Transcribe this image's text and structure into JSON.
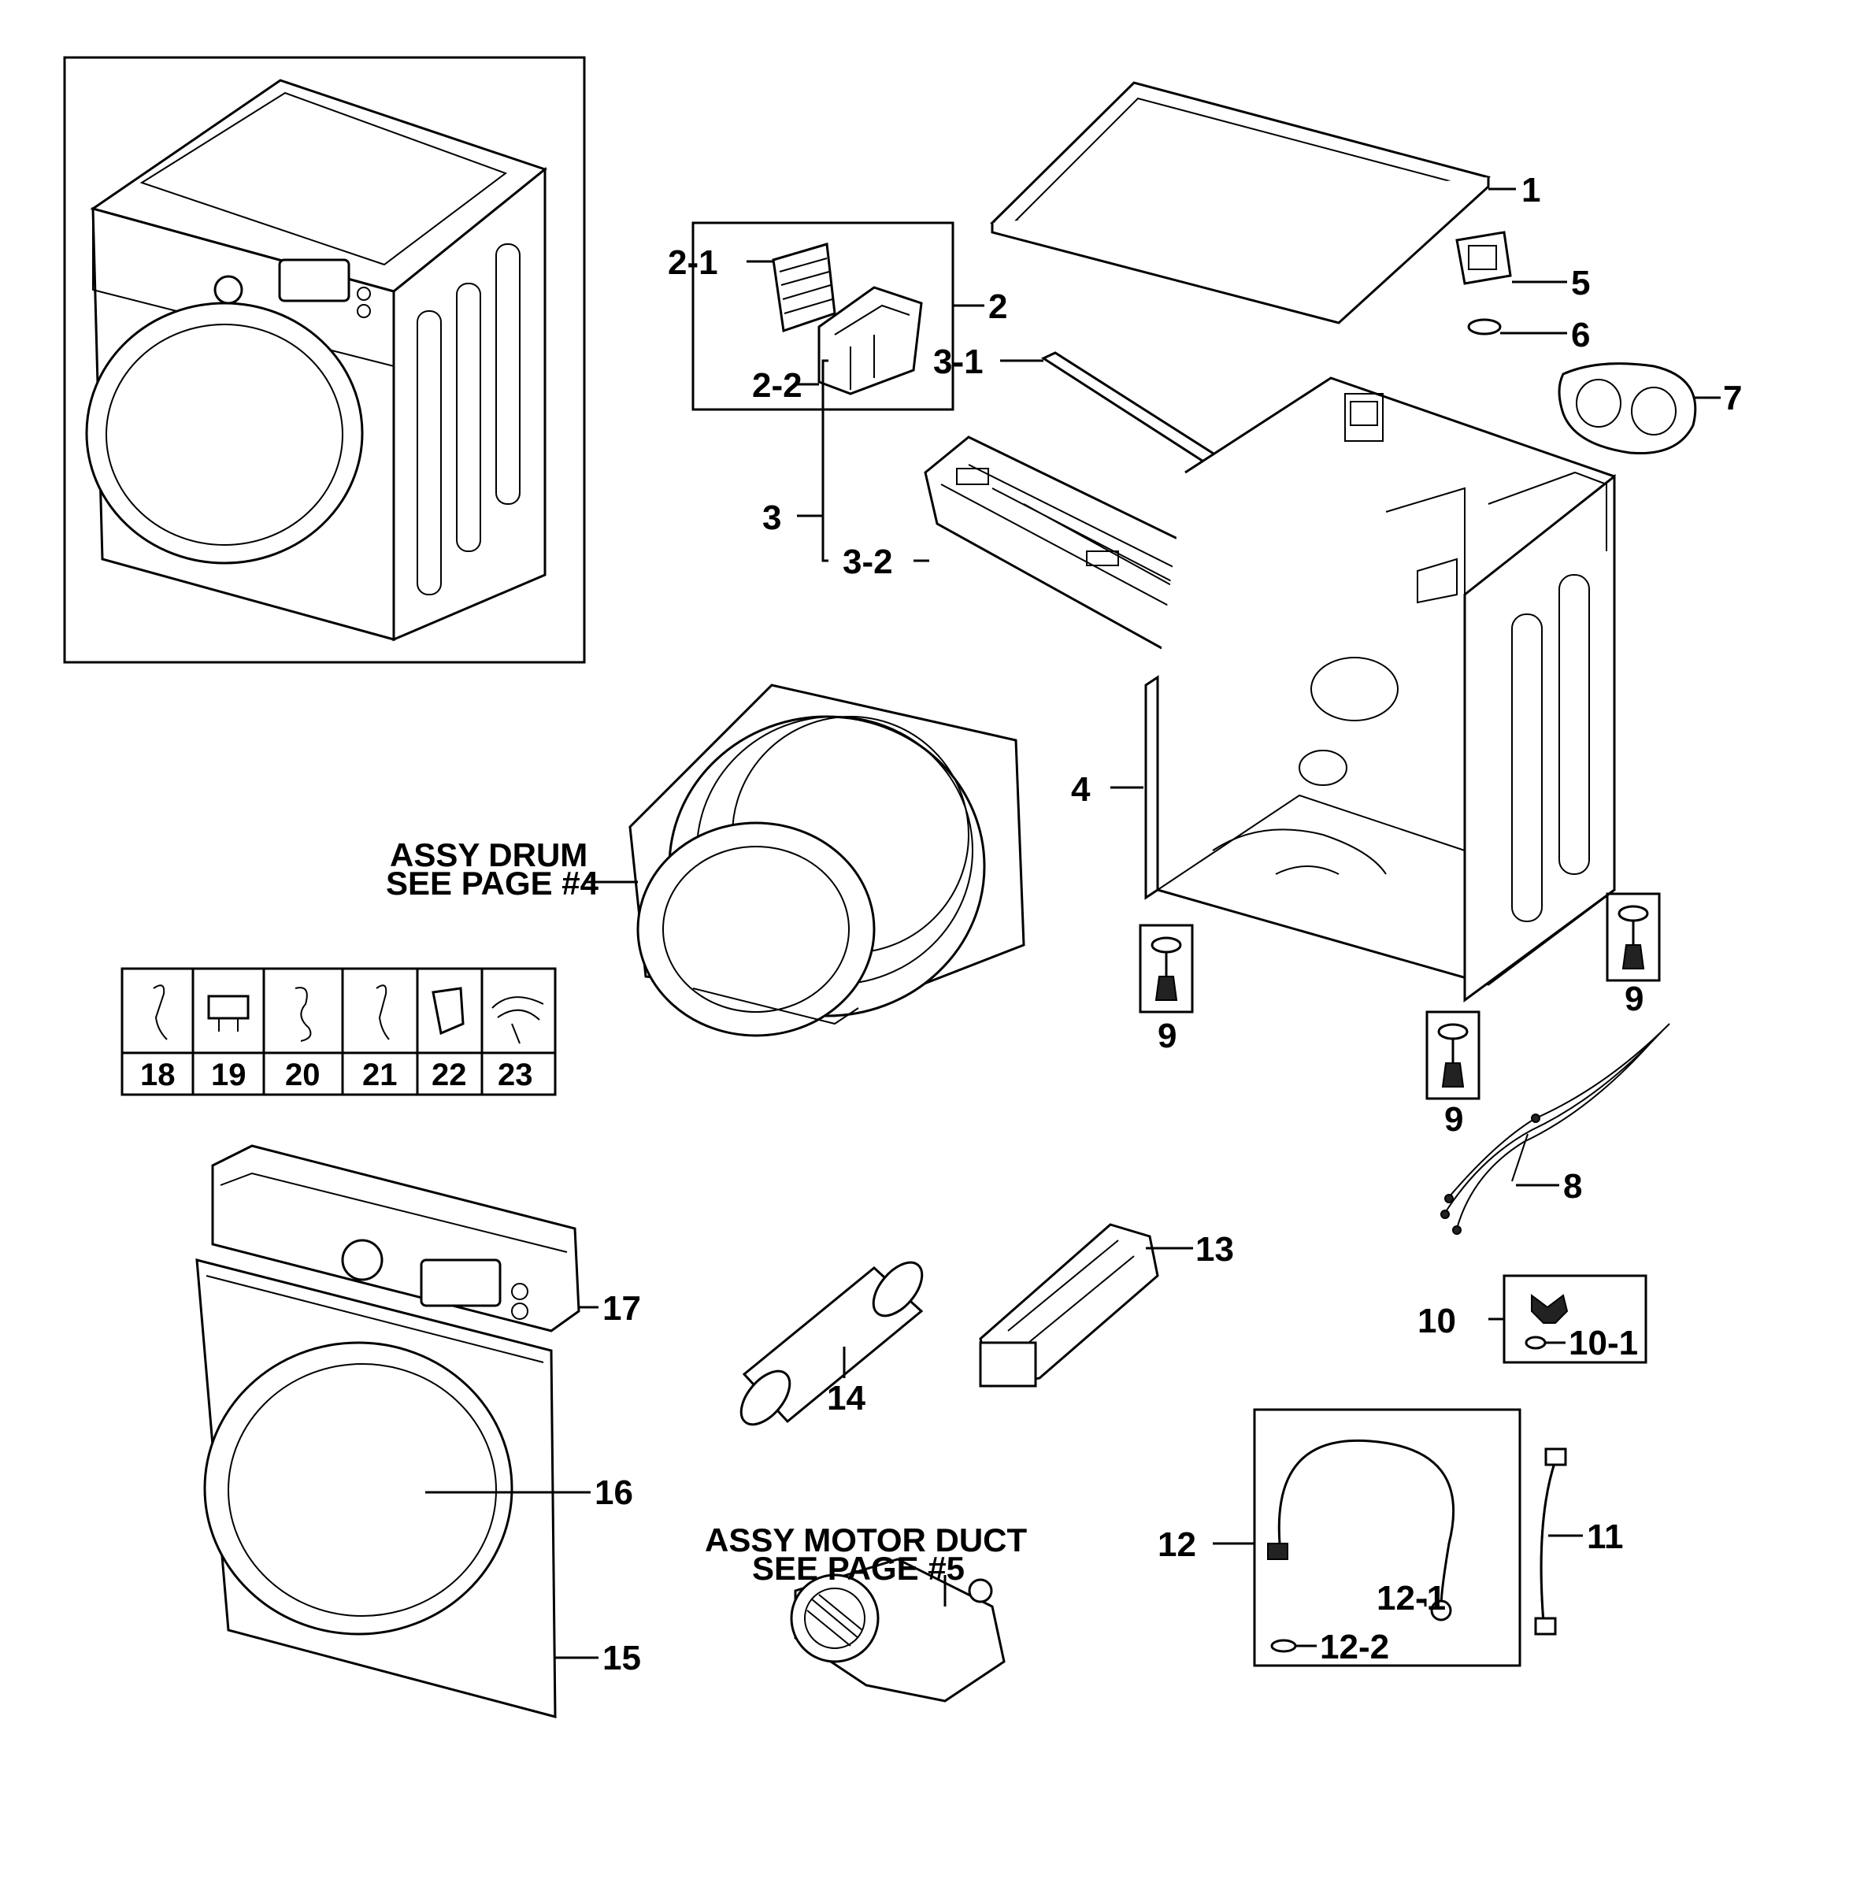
{
  "diagram": {
    "labels": {
      "p1": "1",
      "p2": "2",
      "p2_1": "2-1",
      "p2_2": "2-2",
      "p3": "3",
      "p3_1": "3-1",
      "p3_2": "3-2",
      "p4": "4",
      "p5": "5",
      "p6": "6",
      "p7": "7",
      "p8": "8",
      "p9a": "9",
      "p9b": "9",
      "p9c": "9",
      "p10": "10",
      "p10_1": "10-1",
      "p11": "11",
      "p12": "12",
      "p12_1": "12-1",
      "p12_2": "12-2",
      "p13": "13",
      "p14": "14",
      "p15": "15",
      "p16": "16",
      "p17": "17",
      "p18": "18",
      "p19": "19",
      "p20": "20",
      "p21": "21",
      "p22": "22",
      "p23": "23"
    },
    "notes": {
      "drum_line1": "ASSY DRUM",
      "drum_line2": "SEE PAGE #4",
      "motor_line1": "ASSY MOTOR DUCT",
      "motor_line2": "SEE PAGE #5"
    }
  }
}
